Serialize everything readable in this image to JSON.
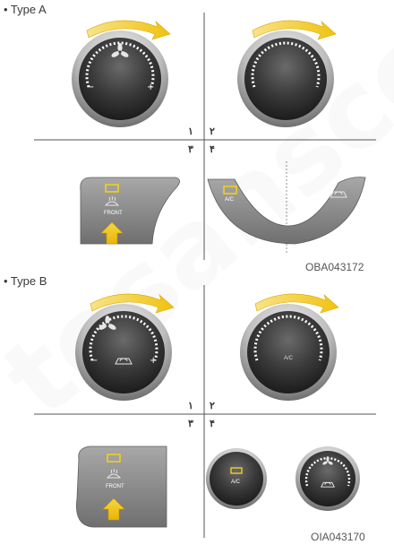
{
  "sections": [
    {
      "label": "• Type A",
      "ref_code": "OBA043172",
      "quadrant_numbers": [
        "۱",
        "۲",
        "۳",
        "۴"
      ],
      "knob_right_text": "",
      "panel_left_text": "FRONT",
      "panel_right_text": "A/C"
    },
    {
      "label": "• Type B",
      "ref_code": "OIA043170",
      "quadrant_numbers": [
        "۱",
        "۲",
        "۳",
        "۴"
      ],
      "knob_right_text": "A/C",
      "panel_left_text": "FRONT",
      "panel_right_text": "A/C"
    }
  ],
  "watermark": "tosanscope",
  "colors": {
    "arrow": "#f2cf1c",
    "knob_face": "#3a3a3a",
    "panel": "#8c8c8c",
    "divider": "#555555"
  },
  "icons": [
    "fan-icon",
    "recirculation-icon",
    "defrost-icon",
    "press-arrow-icon"
  ]
}
